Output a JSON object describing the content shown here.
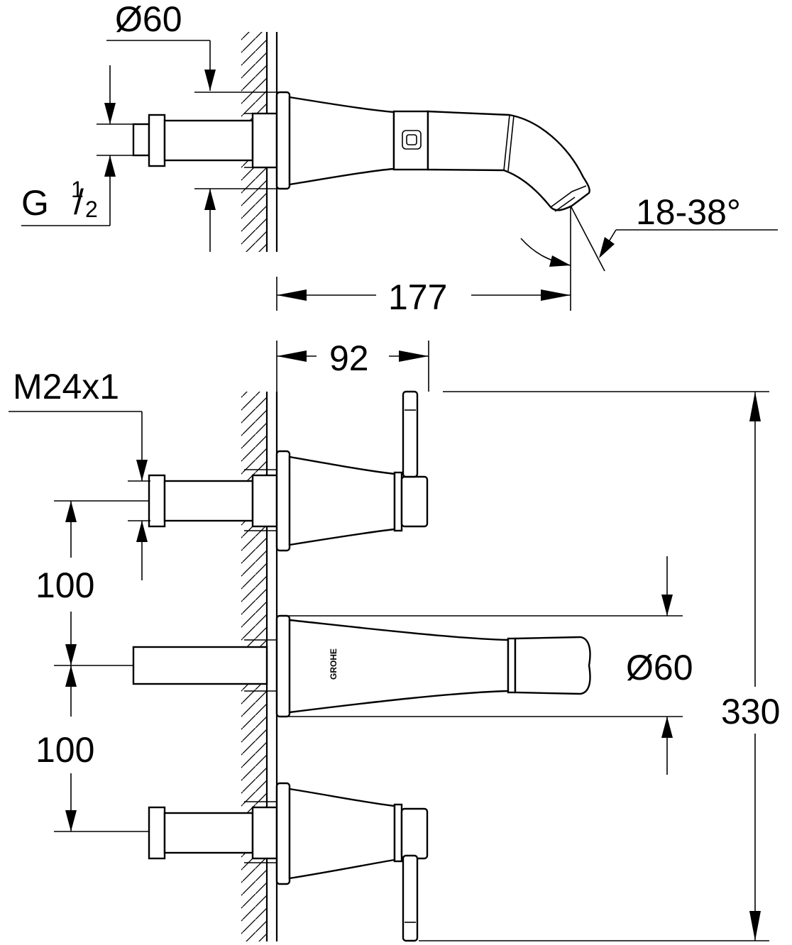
{
  "top_view": {
    "dia_label": "Ø60",
    "thread_main": "G ",
    "thread_num": "1",
    "thread_slash": "/",
    "thread_den": "2",
    "angle_label": "18-38°",
    "length_label": "177"
  },
  "front_view": {
    "offset_label": "92",
    "thread_label": "M24x1",
    "spacing_upper": "100",
    "spacing_lower": "100",
    "dia_label": "Ø60",
    "height_label": "330",
    "brand_mark": "GROHE"
  }
}
